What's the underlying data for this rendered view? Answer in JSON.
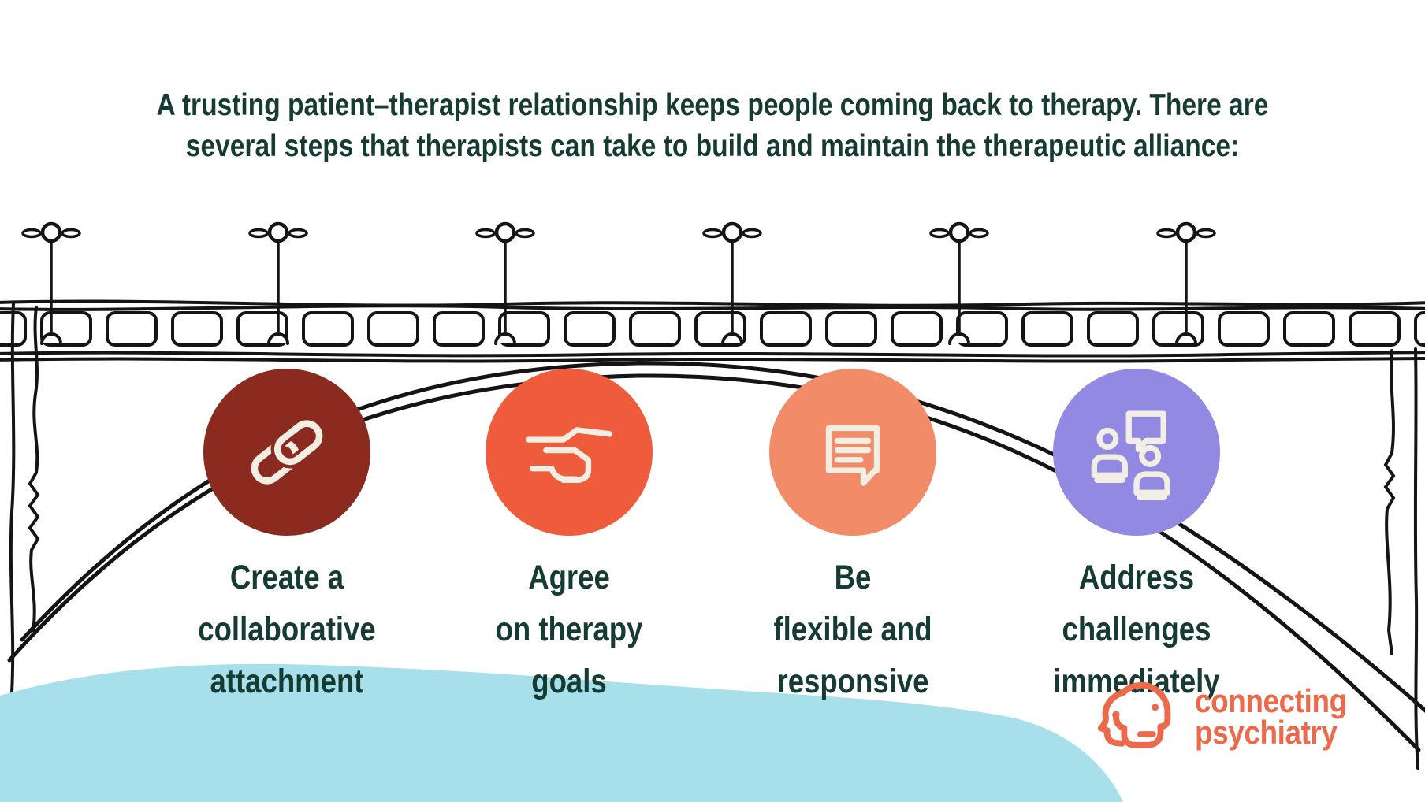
{
  "header": {
    "title": "A trusting patient–therapist relationship keeps people coming back to therapy. There are\nseveral steps that therapists can take to build and maintain the therapeutic alliance:"
  },
  "steps": [
    {
      "label": "Create a\ncollaborative\nattachment",
      "color": "#8B2B1F",
      "icon": "chain-link-icon"
    },
    {
      "label": "Agree\non therapy\ngoals",
      "color": "#EF5C3C",
      "icon": "handshake-icon"
    },
    {
      "label": "Be\nflexible and\nresponsive",
      "color": "#F28B68",
      "icon": "speech-bubble-icon"
    },
    {
      "label": "Address\nchallenges\nimmediately",
      "color": "#9189E2",
      "icon": "people-talking-icon"
    }
  ],
  "logo": {
    "line1": "connecting",
    "line2": "psychiatry",
    "color": "#EC6A4B"
  },
  "colors": {
    "text": "#163B32",
    "water": "#A7E0EB",
    "line": "#141414",
    "icon_stroke": "#F3EEE4"
  }
}
